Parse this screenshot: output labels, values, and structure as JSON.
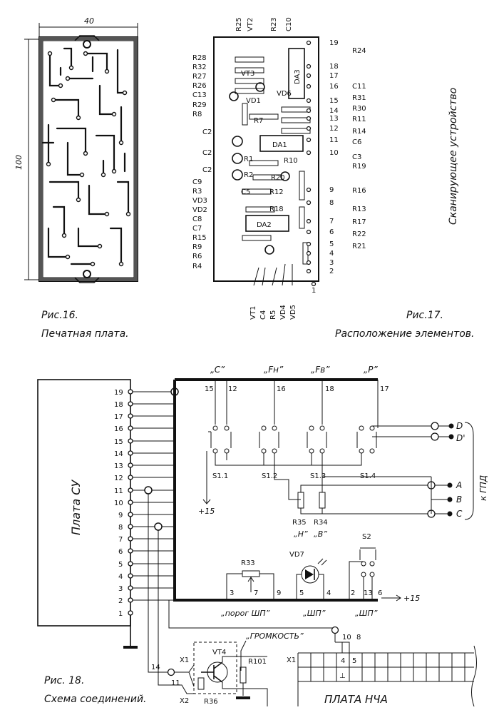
{
  "fig16": {
    "dim_width": "40",
    "dim_height": "100",
    "caption_num": "Рис.16.",
    "caption_text": "Печатная плата."
  },
  "fig17": {
    "top_labels": [
      "R25",
      "VT2",
      "R23",
      "C10"
    ],
    "left_labels": [
      "R28",
      "R32",
      "R27",
      "R26",
      "C13",
      "R29",
      "R8",
      "C2",
      "C2",
      "C2",
      "C9",
      "R3",
      "VD3",
      "VD2",
      "C8",
      "C7",
      "R15",
      "R9",
      "R6",
      "R4"
    ],
    "right_labels": [
      "R24",
      "C11",
      "R31",
      "R30",
      "R11",
      "R14",
      "C6",
      "C3",
      "R19",
      "R16",
      "R13",
      "R17",
      "R22",
      "R21"
    ],
    "inner_labels": [
      "VT3",
      "DA3",
      "VD1",
      "VD6",
      "R7",
      "DA1",
      "R1",
      "R2",
      "R10",
      "R20",
      "C5",
      "R12",
      "R18",
      "DA2"
    ],
    "bottom_labels": [
      "VT1",
      "C4",
      "R5",
      "VD4",
      "VD5"
    ],
    "pin_numbers": [
      "19",
      "18",
      "17",
      "16",
      "15",
      "14",
      "13",
      "12",
      "11",
      "10",
      "9",
      "8",
      "7",
      "6",
      "5",
      "4",
      "3",
      "2",
      "1"
    ],
    "side_text": "Сканирующее устройство",
    "caption_num": "Рис.17.",
    "caption_text": "Расположение элементов."
  },
  "fig18": {
    "board_label": "Плата СУ",
    "board_pins": [
      "19",
      "18",
      "17",
      "16",
      "15",
      "14",
      "13",
      "12",
      "11",
      "10",
      "9",
      "8",
      "7",
      "6",
      "5",
      "4",
      "3",
      "2",
      "1"
    ],
    "switch_top_labels": [
      "„C”",
      "„Fн”",
      "„Fв”",
      "„P”"
    ],
    "switch_pins": [
      "15",
      "12",
      "16",
      "18",
      "17"
    ],
    "switch_names": [
      "S1.1",
      "S1.2",
      "S1.3",
      "S1.4"
    ],
    "plus15_left": "+15",
    "plus15_right": "+15",
    "resistors": [
      "R35",
      "R34"
    ],
    "res_labels": [
      "„H”",
      "„B”"
    ],
    "outputs_d": [
      "D",
      "D'"
    ],
    "outputs_abc": [
      "A",
      "B",
      "C"
    ],
    "gpd_label": "к ГПД",
    "r33": "R33",
    "r33_pins": [
      "3",
      "7",
      "9"
    ],
    "r33_label": "„порог ШП”",
    "vd7": "VD7",
    "vd7_pins": [
      "5",
      "4"
    ],
    "vd7_label": "„ШП”",
    "s2": "S2",
    "s2_pins": [
      "2",
      "13",
      "6"
    ],
    "s2_label": "„ШП”",
    "volume_label": "„ГРОМКОСТЬ”",
    "vt4": "VT4",
    "r101": "R101",
    "r36": "R36",
    "x_labels": [
      "X1",
      "X1",
      "X2"
    ],
    "x_pins": [
      "14",
      "11",
      "10",
      "8",
      "4",
      "5"
    ],
    "mark": "⊥",
    "nch_board": "ПЛАТА НЧА",
    "caption_num": "Рис. 18.",
    "caption_text": "Схема соединений."
  }
}
